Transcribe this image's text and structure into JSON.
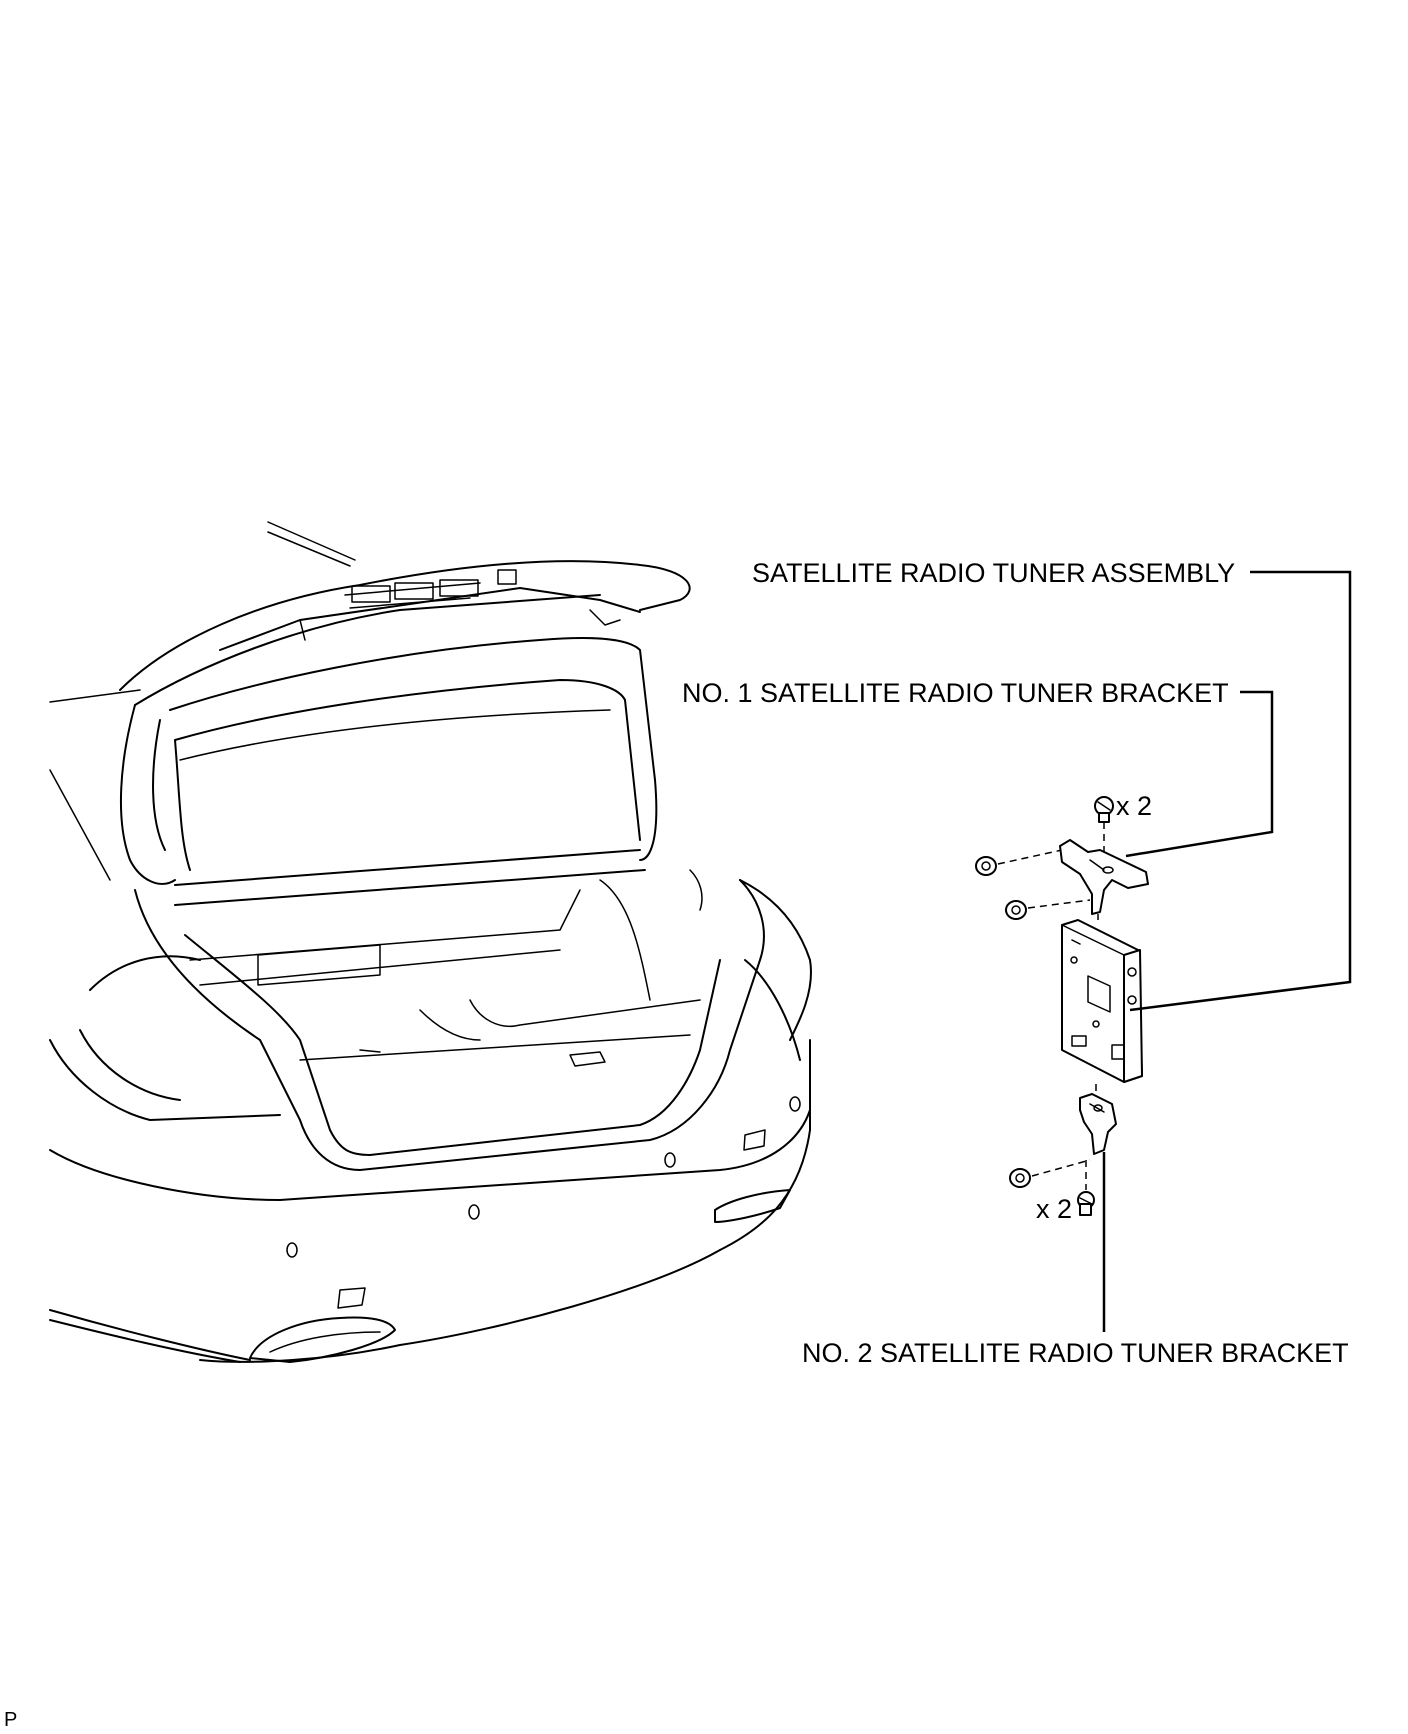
{
  "labels": {
    "tuner_assembly": "SATELLITE RADIO TUNER ASSEMBLY",
    "bracket_no1": "NO. 1 SATELLITE RADIO TUNER BRACKET",
    "bracket_no2": "NO. 2 SATELLITE RADIO TUNER BRACKET",
    "qty_top": "x 2",
    "qty_bottom": "x 2",
    "corner_ref": "P"
  },
  "icons": {
    "bolt": "bolt-icon",
    "nut": "nut-icon"
  }
}
